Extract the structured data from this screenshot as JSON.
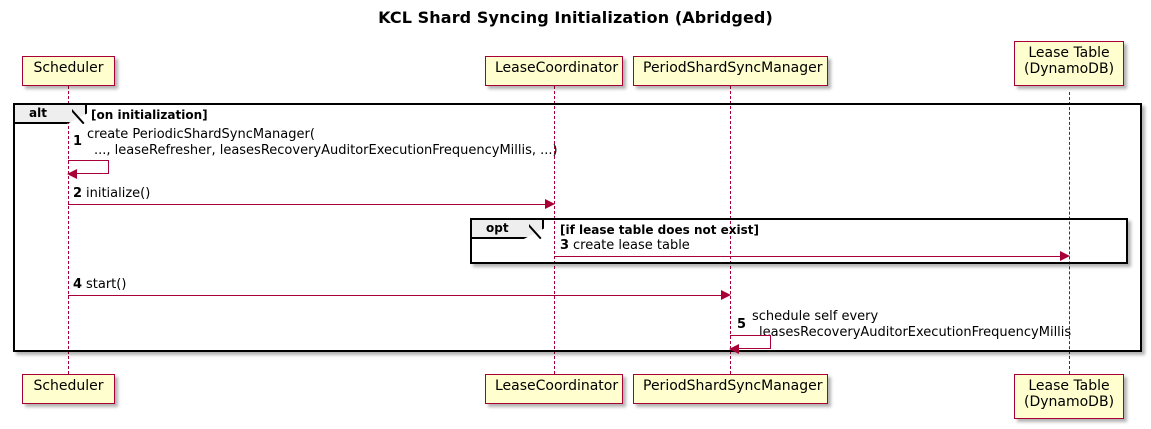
{
  "diagram": {
    "title": "KCL Shard Syncing Initialization (Abridged)",
    "type": "sequence-diagram"
  },
  "participants": [
    {
      "id": "scheduler",
      "label": "Scheduler",
      "label_line2": ""
    },
    {
      "id": "leasecoord",
      "label": "LeaseCoordinator",
      "label_line2": ""
    },
    {
      "id": "psyncmanager",
      "label": "PeriodShardSyncManager",
      "label_line2": ""
    },
    {
      "id": "leasetable",
      "label": "Lease Table",
      "label_line2": "(DynamoDB)"
    }
  ],
  "frames": [
    {
      "id": "alt-frame",
      "keyword": "alt",
      "condition": "[on initialization]"
    },
    {
      "id": "opt-frame",
      "keyword": "opt",
      "condition": "[if lease table does not exist]"
    }
  ],
  "messages": [
    {
      "number": "1",
      "from": "scheduler",
      "to": "scheduler",
      "kind": "self",
      "text_line1": "create PeriodicShardSyncManager(",
      "text_line2": "..., leaseRefresher, leasesRecoveryAuditorExecutionFrequencyMillis, ...)"
    },
    {
      "number": "2",
      "from": "scheduler",
      "to": "leasecoord",
      "kind": "sync",
      "text_line1": "initialize()",
      "text_line2": ""
    },
    {
      "number": "3",
      "from": "leasecoord",
      "to": "leasetable",
      "kind": "sync",
      "text_line1": "create lease table",
      "text_line2": ""
    },
    {
      "number": "4",
      "from": "scheduler",
      "to": "psyncmanager",
      "kind": "sync",
      "text_line1": "start()",
      "text_line2": ""
    },
    {
      "number": "5",
      "from": "psyncmanager",
      "to": "psyncmanager",
      "kind": "self",
      "text_line1": "schedule self every",
      "text_line2": "leasesRecoveryAuditorExecutionFrequencyMillis"
    }
  ],
  "colors": {
    "participant_fill": "#FEFECE",
    "participant_border": "#A80036",
    "arrow": "#A80036",
    "frame_border": "#000000",
    "frame_tab_fill": "#EEEEEE",
    "background": "#FFFFFF"
  }
}
